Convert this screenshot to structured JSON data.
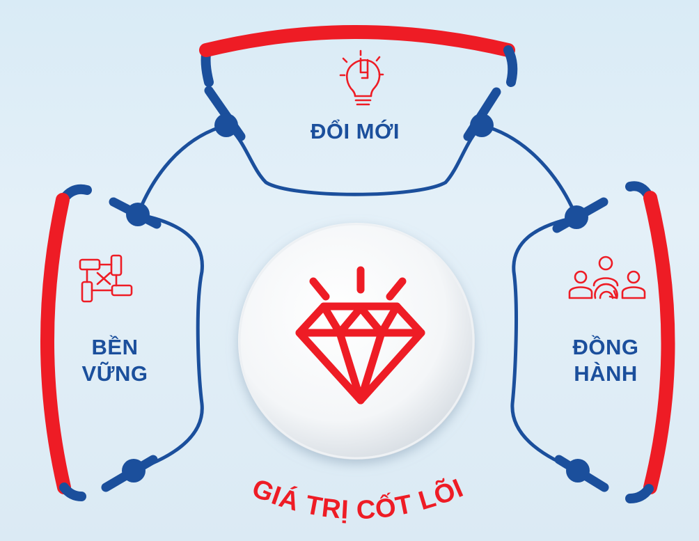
{
  "center": {
    "title": "GIÁ TRỊ CỐT LÕI",
    "icon": "diamond-icon"
  },
  "values": [
    {
      "label": "ĐỔI MỚI",
      "icon": "lightbulb-puzzle-icon"
    },
    {
      "label_line1": "BỀN",
      "label_line2": "VỮNG",
      "icon": "teamwork-hands-icon"
    },
    {
      "label_line1": "ĐỒNG",
      "label_line2": "HÀNH",
      "icon": "people-collaboration-icon"
    }
  ],
  "colors": {
    "primary_blue": "#1b4f9c",
    "accent_red": "#ee1c25",
    "background": "#dcecf6"
  }
}
